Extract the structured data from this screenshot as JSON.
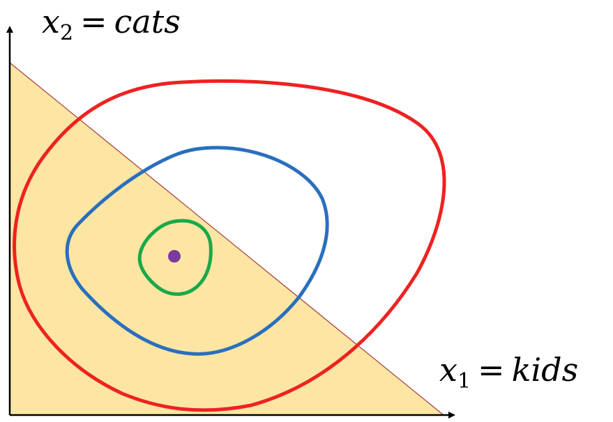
{
  "labels": {
    "y_axis": {
      "var": "x",
      "sub": "2",
      "eq": "=",
      "name": "cats"
    },
    "x_axis": {
      "var": "x",
      "sub": "1",
      "eq": "=",
      "name": "kids"
    }
  },
  "colors": {
    "feasible_fill": "#fde6a3",
    "constraint_line": "#a63a3a",
    "contour_outer": "#ee2222",
    "contour_middle": "#2a6fbe",
    "contour_inner": "#1aa84a",
    "optimum_point": "#7a3aa0",
    "axes": "#000000"
  }
}
